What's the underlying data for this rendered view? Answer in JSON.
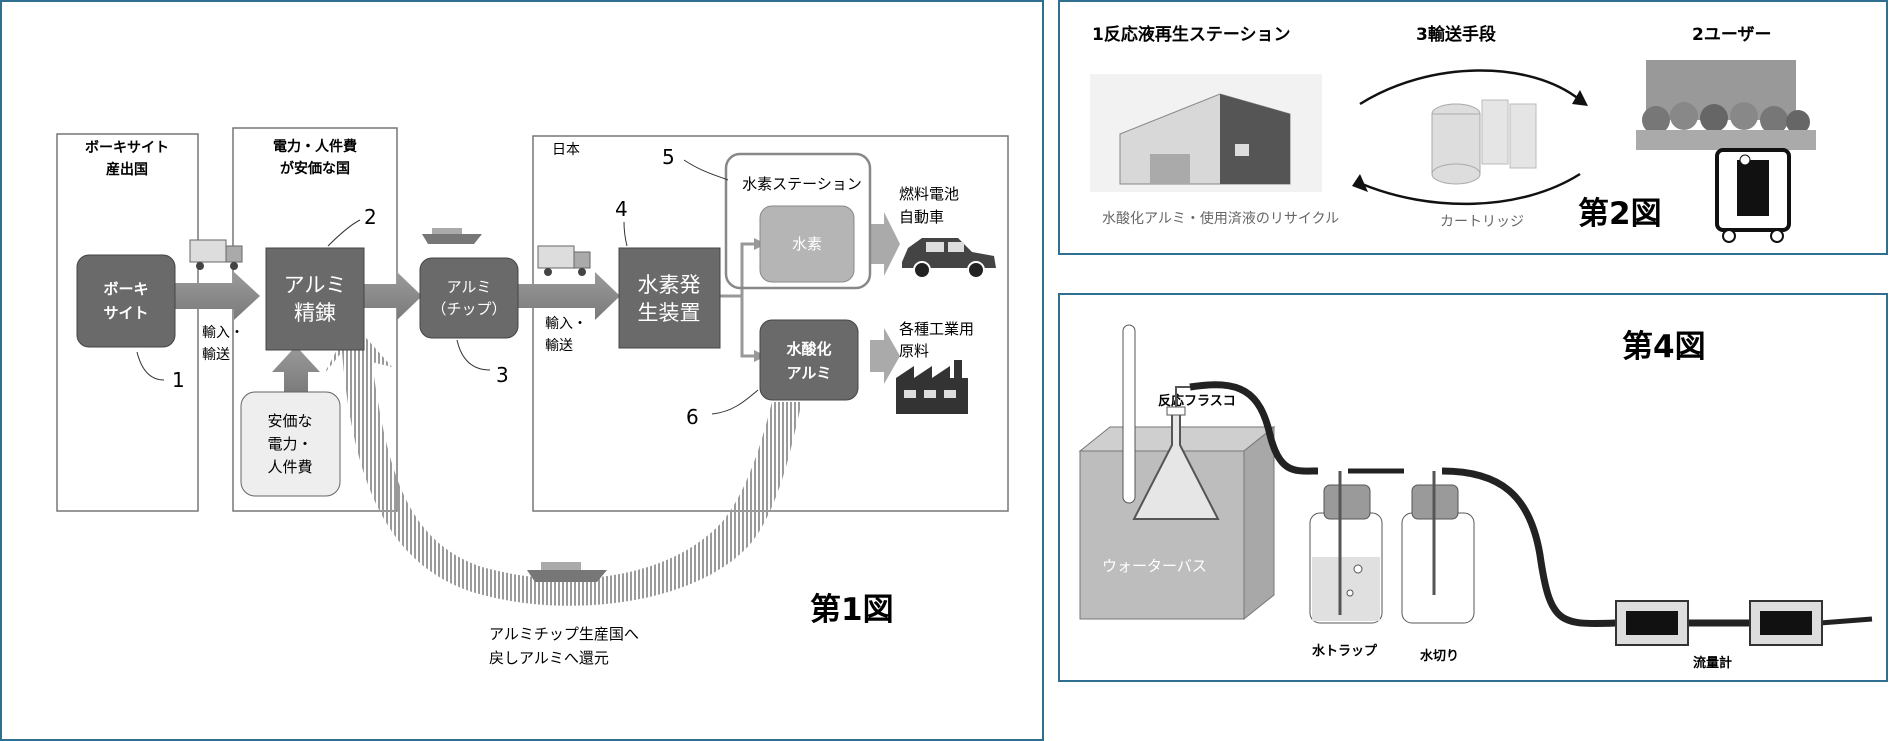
{
  "fig1": {
    "caption": "第1図",
    "regions": {
      "bauxite_country": [
        "ボーキサイト",
        "産出国"
      ],
      "cheap_country": [
        "電力・人件費",
        "が安価な国"
      ],
      "japan": "日本"
    },
    "boxes": {
      "bauxite": [
        "ボーキ",
        "サイト"
      ],
      "refining": [
        "アルミ",
        "精錬"
      ],
      "chip": [
        "アルミ",
        "（チップ）"
      ],
      "generator": [
        "水素発",
        "生装置"
      ],
      "hydrogen": "水素",
      "hydroxide": [
        "水酸化",
        "アルミ"
      ],
      "cheap_power": [
        "安価な",
        "電力・",
        "人件費"
      ],
      "station": "水素ステーション"
    },
    "labels": {
      "import1": [
        "輸入・",
        "輸送"
      ],
      "import2": [
        "輸入・",
        "輸送"
      ],
      "fcv": [
        "燃料電池",
        "自動車"
      ],
      "industrial": [
        "各種工業用",
        "原料"
      ],
      "return": [
        "アルミチップ生産国へ",
        "戻しアルミへ還元"
      ]
    },
    "numbers": [
      "1",
      "2",
      "3",
      "4",
      "5",
      "6"
    ]
  },
  "fig2": {
    "caption": "第2図",
    "station": "1反応液再生ステーション",
    "transport": "3輸送手段",
    "user": "2ユーザー",
    "recycle": "水酸化アルミ・使用済液のリサイクル",
    "cartridge": "カートリッジ"
  },
  "fig4": {
    "caption": "第4図",
    "flask": "反応フラスコ",
    "water_bath": "ウォーターバス",
    "water_trap": "水トラップ",
    "water_drain": "水切り",
    "flowmeter": "流量計"
  },
  "colors": {
    "box_dark": "#6a6a6a",
    "box_light": "#b5b5b5",
    "border": "#2f6f8f"
  }
}
